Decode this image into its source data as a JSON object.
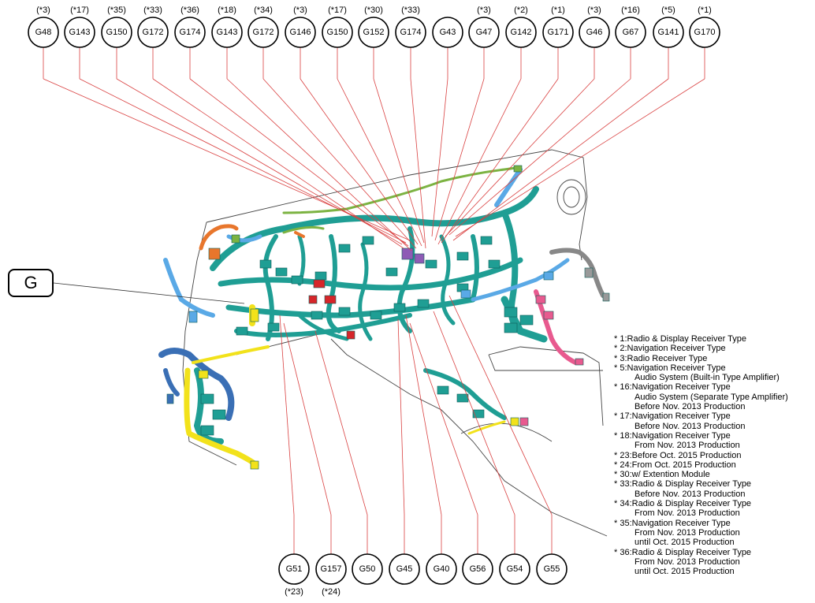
{
  "zone_label": "G",
  "top_connectors": [
    {
      "id": "G48",
      "note": "(*3)"
    },
    {
      "id": "G143",
      "note": "(*17)"
    },
    {
      "id": "G150",
      "note": "(*35)"
    },
    {
      "id": "G172",
      "note": "(*33)"
    },
    {
      "id": "G174",
      "note": "(*36)"
    },
    {
      "id": "G143",
      "note": "(*18)"
    },
    {
      "id": "G172",
      "note": "(*34)"
    },
    {
      "id": "G146",
      "note": "(*3)"
    },
    {
      "id": "G150",
      "note": "(*17)"
    },
    {
      "id": "G152",
      "note": "(*30)"
    },
    {
      "id": "G174",
      "note": "(*33)"
    },
    {
      "id": "G43",
      "note": ""
    },
    {
      "id": "G47",
      "note": "(*3)"
    },
    {
      "id": "G142",
      "note": "(*2)"
    },
    {
      "id": "G171",
      "note": "(*1)"
    },
    {
      "id": "G46",
      "note": "(*3)"
    },
    {
      "id": "G67",
      "note": "(*16)"
    },
    {
      "id": "G141",
      "note": "(*5)"
    },
    {
      "id": "G170",
      "note": "(*1)"
    }
  ],
  "bottom_connectors": [
    {
      "id": "G51",
      "note": "(*23)"
    },
    {
      "id": "G157",
      "note": "(*24)"
    },
    {
      "id": "G50",
      "note": ""
    },
    {
      "id": "G45",
      "note": ""
    },
    {
      "id": "G40",
      "note": ""
    },
    {
      "id": "G56",
      "note": ""
    },
    {
      "id": "G54",
      "note": ""
    },
    {
      "id": "G55",
      "note": ""
    }
  ],
  "legend": [
    {
      "lines": [
        "* 1:Radio & Display Receiver Type"
      ]
    },
    {
      "lines": [
        "* 2:Navigation Receiver Type"
      ]
    },
    {
      "lines": [
        "* 3:Radio Receiver Type"
      ]
    },
    {
      "lines": [
        "* 5:Navigation Receiver Type",
        "Audio System (Built-in Type Amplifier)"
      ]
    },
    {
      "lines": [
        "* 16:Navigation Receiver Type",
        "Audio System (Separate Type Amplifier)",
        "Before Nov. 2013 Production"
      ]
    },
    {
      "lines": [
        "* 17:Navigation Receiver Type",
        "Before Nov. 2013 Production"
      ]
    },
    {
      "lines": [
        "* 18:Navigation Receiver Type",
        "From Nov. 2013 Production"
      ]
    },
    {
      "lines": [
        "* 23:Before Oct. 2015 Production"
      ]
    },
    {
      "lines": [
        "* 24:From Oct. 2015 Production"
      ]
    },
    {
      "lines": [
        "* 30:w/ Extention Module"
      ]
    },
    {
      "lines": [
        "* 33:Radio & Display Receiver Type",
        "Before Nov. 2013 Production"
      ]
    },
    {
      "lines": [
        "* 34:Radio & Display Receiver Type",
        "From Nov. 2013 Production"
      ]
    },
    {
      "lines": [
        "* 35:Navigation Receiver Type",
        "From Nov. 2013 Production",
        "until Oct. 2015 Production"
      ]
    },
    {
      "lines": [
        "* 36:Radio & Display Receiver Type",
        "From Nov. 2013 Production",
        "until Oct. 2015 Production"
      ]
    }
  ],
  "colors": {
    "harness_main": "#1f9e94",
    "harness_light": "#5aa9e6",
    "harness_blue": "#3a6fb5",
    "harness_yellow": "#f2e21b",
    "harness_green": "#7cb342",
    "harness_orange": "#e8762c",
    "harness_red": "#d6262a",
    "harness_pink": "#e85a8f",
    "harness_purple": "#8e5bb5",
    "leader_red": "#d94040"
  }
}
